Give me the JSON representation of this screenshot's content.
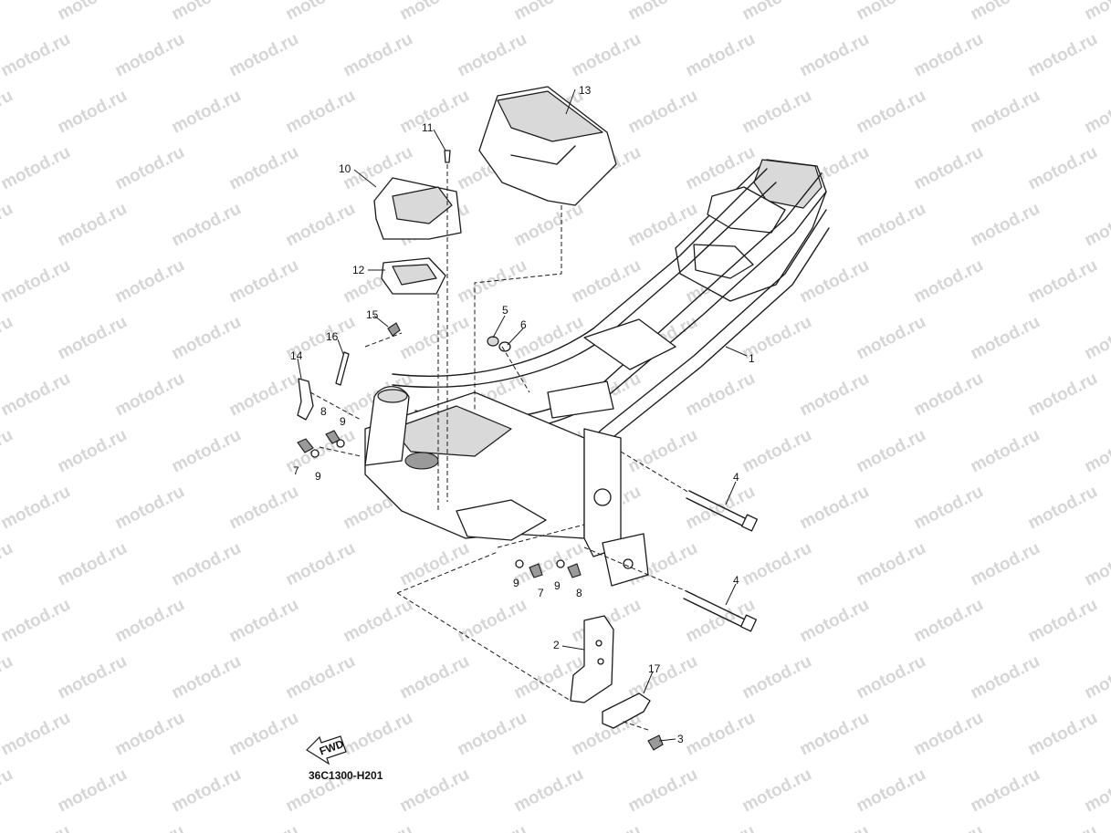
{
  "watermark": "motod.ru",
  "diagram_code": "36C1300-H201",
  "fwd_label": "FWD",
  "callouts": [
    {
      "id": "c1",
      "label": "1"
    },
    {
      "id": "c2",
      "label": "2"
    },
    {
      "id": "c3",
      "label": "3"
    },
    {
      "id": "c4a",
      "label": "4"
    },
    {
      "id": "c4b",
      "label": "4"
    },
    {
      "id": "c5",
      "label": "5"
    },
    {
      "id": "c6",
      "label": "6"
    },
    {
      "id": "c7a",
      "label": "7"
    },
    {
      "id": "c7b",
      "label": "7"
    },
    {
      "id": "c8a",
      "label": "8"
    },
    {
      "id": "c8b",
      "label": "8"
    },
    {
      "id": "c9a",
      "label": "9"
    },
    {
      "id": "c9b",
      "label": "9"
    },
    {
      "id": "c9c",
      "label": "9"
    },
    {
      "id": "c9d",
      "label": "9"
    },
    {
      "id": "c10",
      "label": "10"
    },
    {
      "id": "c11",
      "label": "11"
    },
    {
      "id": "c12",
      "label": "12"
    },
    {
      "id": "c13",
      "label": "13"
    },
    {
      "id": "c14",
      "label": "14"
    },
    {
      "id": "c15",
      "label": "15"
    },
    {
      "id": "c16",
      "label": "16"
    },
    {
      "id": "c17",
      "label": "17"
    }
  ]
}
